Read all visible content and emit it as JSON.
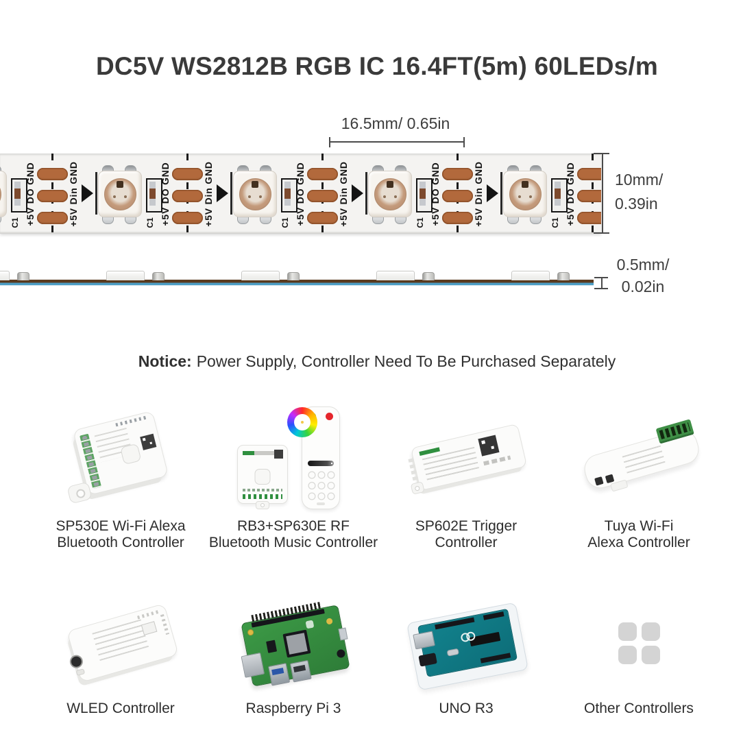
{
  "page": {
    "title": "DC5V WS2812B RGB IC 16.4FT(5m) 60LEDs/m"
  },
  "notice": {
    "label": "Notice:",
    "text": "Power Supply, Controller Need To Be Purchased Separately"
  },
  "dimensions": {
    "led_pitch": "16.5mm/ 0.65in",
    "strip_width_line1": "10mm/",
    "strip_width_line2": "0.39in",
    "strip_thickness_line1": "0.5mm/",
    "strip_thickness_line2": "0.02in"
  },
  "strip": {
    "segments": 6,
    "labels": {
      "cap": "C1",
      "left_group": "+5V DO GND",
      "right_group": "+5V Din GND"
    },
    "colors": {
      "copper_pad": "#b2693c",
      "pcb": "#f4f3f1",
      "side_top": "#5a3a1e",
      "side_bottom": "#4d9ec5"
    }
  },
  "products": [
    {
      "id": "sp530e",
      "label_lines": [
        "SP530E Wi-Fi Alexa",
        "Bluetooth Controller"
      ]
    },
    {
      "id": "rb3-sp630e",
      "label_lines": [
        "RB3+SP630E RF",
        "Bluetooth Music Controller"
      ]
    },
    {
      "id": "sp602e",
      "label_lines": [
        "SP602E Trigger",
        "Controller"
      ]
    },
    {
      "id": "tuya",
      "label_lines": [
        "Tuya Wi-Fi",
        "Alexa Controller"
      ]
    },
    {
      "id": "wled",
      "label_lines": [
        "WLED Controller"
      ]
    },
    {
      "id": "raspberry-pi-3",
      "label_lines": [
        "Raspberry Pi 3"
      ]
    },
    {
      "id": "uno-r3",
      "label_lines": [
        "UNO R3"
      ]
    },
    {
      "id": "other",
      "label_lines": [
        "Other Controllers"
      ]
    }
  ]
}
